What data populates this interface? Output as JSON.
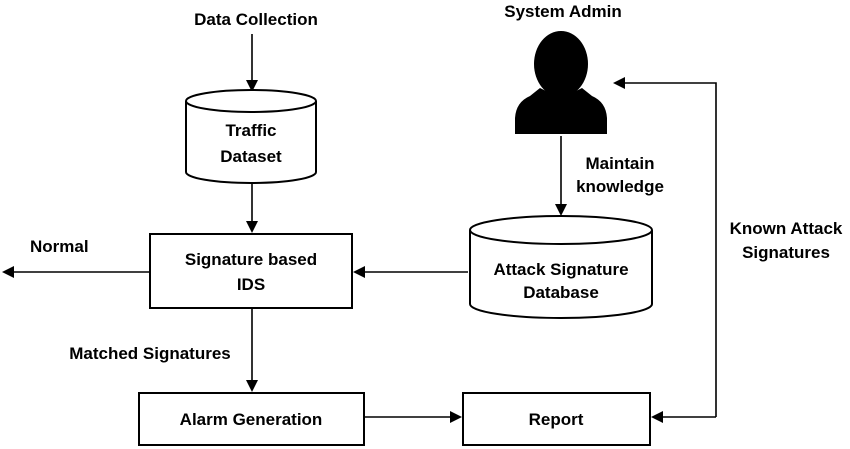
{
  "diagram": {
    "labels": {
      "data_collection": "Data Collection",
      "system_admin": "System Admin",
      "maintain_line1": "Maintain",
      "maintain_line2": "knowledge",
      "known_line1": "Known Attack",
      "known_line2": "Signatures",
      "normal": "Normal",
      "matched_signatures": "Matched Signatures"
    },
    "nodes": {
      "traffic_dataset": {
        "line1": "Traffic",
        "line2": "Dataset"
      },
      "signature_ids": {
        "line1": "Signature based",
        "line2": "IDS"
      },
      "attack_db": {
        "line1": "Attack Signature",
        "line2": "Database"
      },
      "alarm_generation": {
        "label": "Alarm Generation"
      },
      "report": {
        "label": "Report"
      }
    },
    "colors": {
      "stroke": "#000000",
      "fill": "#ffffff",
      "admin_icon": "#000000"
    },
    "icons": {
      "system_admin": "user-silhouette-icon"
    }
  }
}
